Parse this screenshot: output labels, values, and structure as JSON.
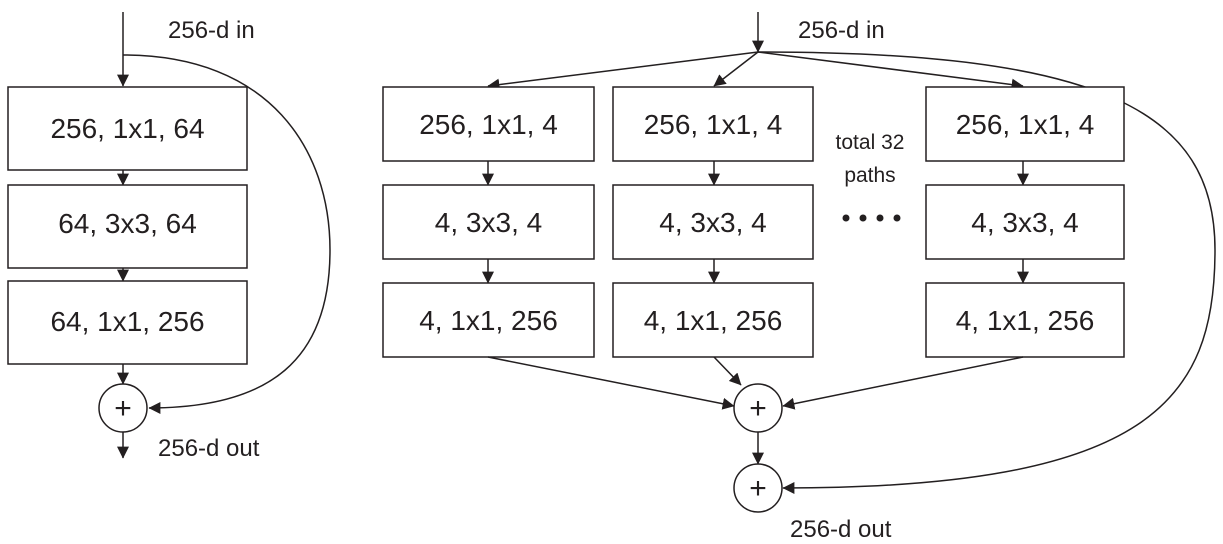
{
  "left_block": {
    "input_label": "256-d in",
    "output_label": "256-d out",
    "layers": [
      "256, 1x1, 64",
      "64, 3x3, 64",
      "64, 1x1, 256"
    ],
    "sum_symbol": "+"
  },
  "right_block": {
    "input_label": "256-d in",
    "output_label": "256-d out",
    "paths": [
      {
        "layers": [
          "256, 1x1, 4",
          "4, 3x3, 4",
          "4, 1x1, 256"
        ]
      },
      {
        "layers": [
          "256, 1x1, 4",
          "4, 3x3, 4",
          "4, 1x1, 256"
        ]
      },
      {
        "layers": [
          "256, 1x1, 4",
          "4, 3x3, 4",
          "4, 1x1, 256"
        ]
      }
    ],
    "paths_note_line1": "total 32",
    "paths_note_line2": "paths",
    "ellipsis": "• • • •",
    "aggregate_symbol": "+",
    "residual_symbol": "+"
  },
  "colors": {
    "ink": "#231f20",
    "background": "#ffffff"
  }
}
